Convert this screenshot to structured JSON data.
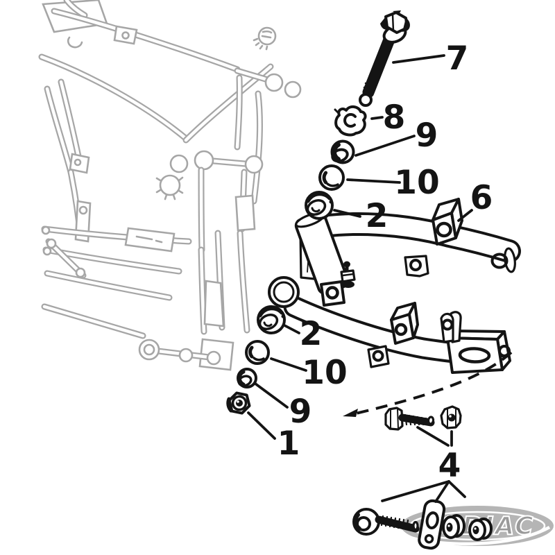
{
  "figure": {
    "type": "exploded-parts-diagram",
    "background": "#ffffff",
    "line_color": "#141414",
    "ghost_color": "#a6a6a6"
  },
  "watermark": {
    "text": "ZODIAC",
    "color": "#b5b5b5"
  },
  "callouts": [
    {
      "id": "7",
      "label": "7"
    },
    {
      "id": "8",
      "label": "8"
    },
    {
      "id": "9-upper",
      "label": "9"
    },
    {
      "id": "10-upper",
      "label": "10"
    },
    {
      "id": "2-upper",
      "label": "2"
    },
    {
      "id": "6",
      "label": "6"
    },
    {
      "id": "2-lower",
      "label": "2"
    },
    {
      "id": "10-lower",
      "label": "10"
    },
    {
      "id": "9-lower",
      "label": "9"
    },
    {
      "id": "1",
      "label": "1"
    },
    {
      "id": "4",
      "label": "4"
    }
  ]
}
